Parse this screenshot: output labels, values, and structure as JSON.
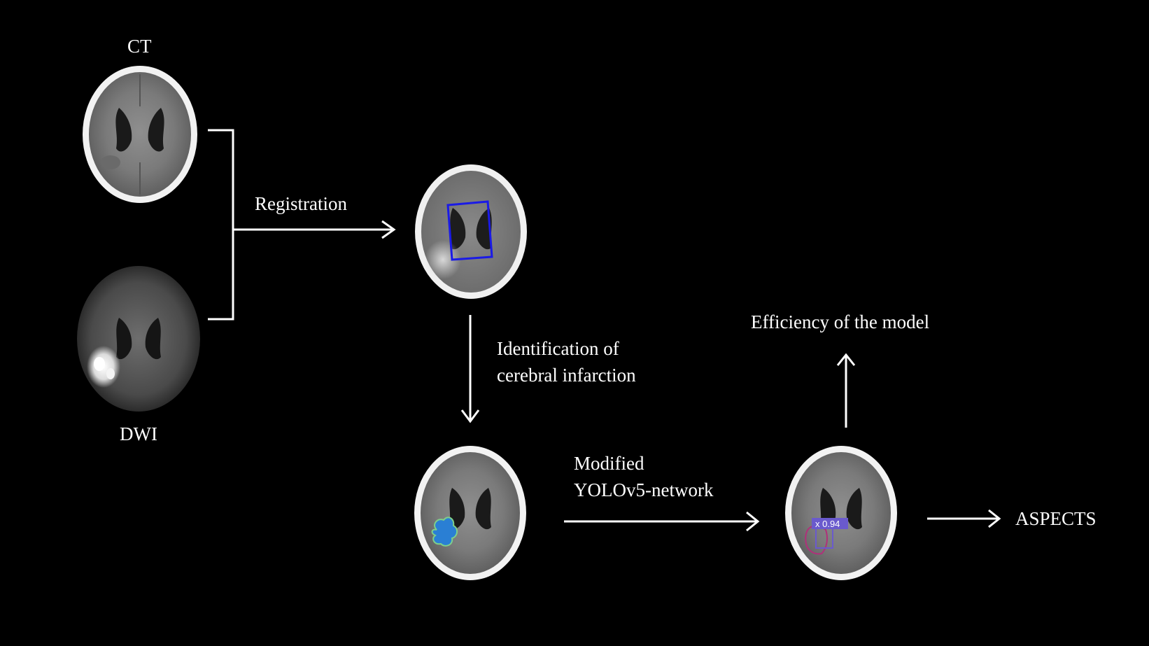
{
  "labels": {
    "ct": "CT",
    "dwi": "DWI",
    "registration": "Registration",
    "identification_line1": "Identification of",
    "identification_line2": "cerebral infarction",
    "modified_line1": "Modified",
    "modified_line2": "YOLOv5-network",
    "efficiency": "Efficiency of the model",
    "aspects": "ASPECTS"
  },
  "detection": {
    "score_text": "x 0.94"
  },
  "colors": {
    "background": "#000000",
    "arrow": "#ffffff",
    "registration_box": "#1a1ae6",
    "lesion_fill": "#2a7fd4",
    "lesion_edge": "#7fd08a",
    "detection_box": "#6a5acd",
    "detection_contour": "#b0307a"
  },
  "icons": [
    "ct-scan-image",
    "dwi-scan-image",
    "registered-scan-image",
    "segmented-scan-image",
    "detected-scan-image"
  ]
}
